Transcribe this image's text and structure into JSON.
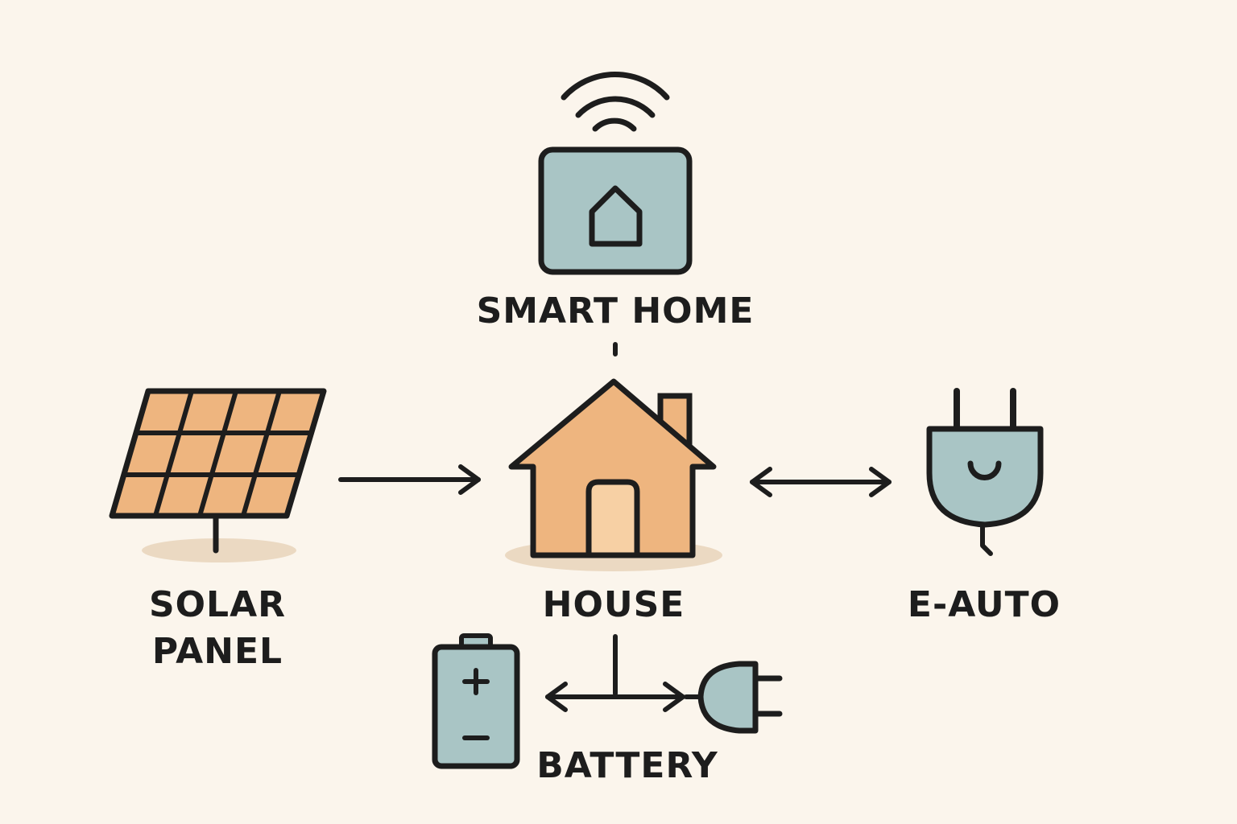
{
  "labels": {
    "smart_home": "SMART HOME",
    "solar_line1": "SOLAR",
    "solar_line2": "PANEL",
    "house": "HOUSE",
    "eauto": "E-AUTO",
    "battery": "BATTERY"
  },
  "icons": {
    "smart_home": "smart-home-hub-icon",
    "wifi": "wifi-icon",
    "solar": "solar-panel-icon",
    "house": "house-icon",
    "eauto": "plug-icon",
    "battery": "battery-icon",
    "grid_plug": "plug-icon"
  },
  "colors": {
    "background": "#FBF5EC",
    "outline": "#1D1D1D",
    "orange_fill": "#EEB57F",
    "door_fill": "#F7D0A4",
    "teal_fill": "#A9C5C5",
    "shadow": "#EBD9C2"
  }
}
